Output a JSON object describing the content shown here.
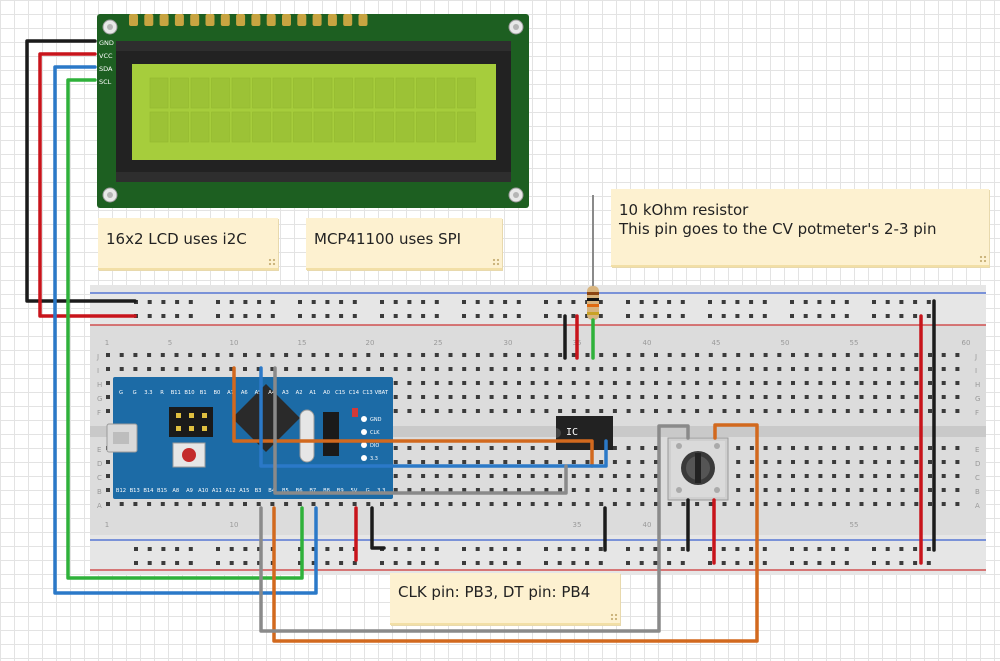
{
  "lcd": {
    "pins": [
      "GND",
      "VCC",
      "SDA",
      "SCL"
    ]
  },
  "notes": {
    "lcd_note": "16x2 LCD uses i2C",
    "mcp_note": "MCP41100 uses SPI",
    "resistor_note_line1": "10 kOhm resistor",
    "resistor_note_line2": "This pin goes to the CV potmeter's 2-3 pin",
    "encoder_note": "CLK pin: PB3, DT pin: PB4"
  },
  "breadboard": {
    "column_numbers": [
      "1",
      "5",
      "10",
      "15",
      "20",
      "25",
      "30",
      "35",
      "40",
      "45",
      "50",
      "55",
      "60"
    ],
    "row_letters_top": [
      "J",
      "I",
      "H",
      "G",
      "F"
    ],
    "row_letters_bottom": [
      "E",
      "D",
      "C",
      "B",
      "A"
    ]
  },
  "ic": {
    "label": "IC"
  },
  "microcontroller": {
    "top_pins": [
      "G",
      "G",
      "3.3",
      "R",
      "B11",
      "B10",
      "B1",
      "B0",
      "A7",
      "A6",
      "A5",
      "A4",
      "A3",
      "A2",
      "A1",
      "A0",
      "C15",
      "C14",
      "C13",
      "VBAT"
    ],
    "bottom_pins": [
      "B12",
      "B13",
      "B14",
      "B15",
      "A8",
      "A9",
      "A10",
      "A11",
      "A12",
      "A15",
      "B3",
      "B4",
      "B5",
      "B6",
      "B7",
      "B8",
      "B9",
      "5V",
      "G",
      "3.3"
    ],
    "side_labels": [
      "GND",
      "CLK",
      "DIO",
      "3.3"
    ]
  },
  "colors": {
    "wire_black": "#1b1b1b",
    "wire_red": "#c8141b",
    "wire_blue": "#2b79c8",
    "wire_green": "#2fb13a",
    "wire_orange": "#d2691e",
    "wire_gray": "#8a8a8a",
    "lcd_pcb": "#1d5f21",
    "lcd_screen": "#a6cd3c",
    "mcu_pcb": "#1c6ba6",
    "note_bg": "#fdf1d0"
  }
}
